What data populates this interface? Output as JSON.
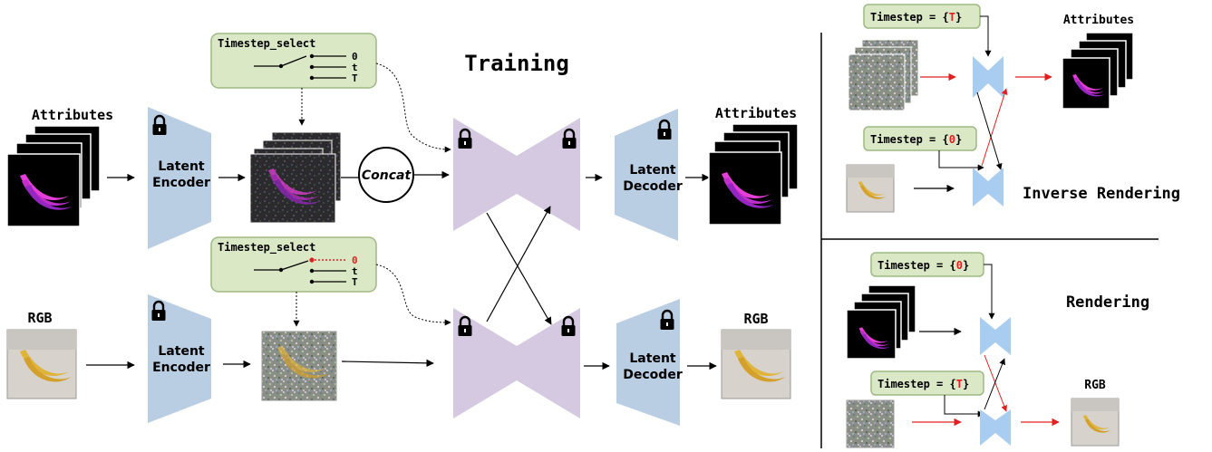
{
  "colors": {
    "encoder_fill": "#b9cde3",
    "unet_fill": "#d5c9e2",
    "small_unet_fill": "#a9cdf1",
    "timestep_box_fill": "#dbe8c6",
    "timestep_box_stroke": "#9eb884",
    "highlight": "#e02020",
    "line": "#000000"
  },
  "icons": {
    "lock": "lock-icon"
  },
  "training": {
    "title": "Training",
    "top_input_label": "Attributes",
    "bottom_input_label": "RGB",
    "top_encoder_label": [
      "Latent",
      "Encoder"
    ],
    "bottom_encoder_label": [
      "Latent",
      "Encoder"
    ],
    "top_decoder_label": [
      "Latent",
      "Decoder"
    ],
    "bottom_decoder_label": [
      "Latent",
      "Decoder"
    ],
    "concat_label": "Concat",
    "top_output_label": "Attributes",
    "bottom_output_label": "RGB",
    "top_selector": {
      "title": "Timestep_select",
      "options": [
        "0",
        "t",
        "T"
      ],
      "selected": "t"
    },
    "bottom_selector": {
      "title": "Timestep_select",
      "options": [
        "0",
        "t",
        "T"
      ],
      "selected": "0"
    }
  },
  "inverse_rendering": {
    "title": "Inverse Rendering",
    "timestep_top": {
      "prefix": "Timestep = {",
      "value": "T",
      "suffix": "}"
    },
    "timestep_bottom": {
      "prefix": "Timestep = {",
      "value": "0",
      "suffix": "}"
    },
    "output_label": "Attributes"
  },
  "rendering": {
    "title": "Rendering",
    "timestep_top": {
      "prefix": "Timestep = {",
      "value": "0",
      "suffix": "}"
    },
    "timestep_bottom": {
      "prefix": "Timestep = {",
      "value": "T",
      "suffix": "}"
    },
    "output_label": "RGB"
  }
}
